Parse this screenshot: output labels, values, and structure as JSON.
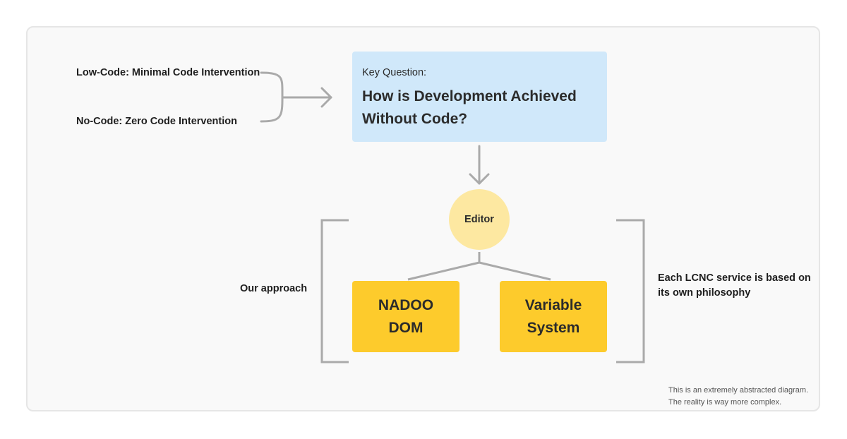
{
  "labels": {
    "low_code": "Low-Code: Minimal Code Intervention",
    "no_code": "No-Code: Zero Code Intervention",
    "our_approach": "Our approach",
    "philosophy": "Each LCNC service is based on its own philosophy"
  },
  "key_question": {
    "label": "Key Question:",
    "title": "How is Development Achieved Without Code?"
  },
  "editor": {
    "label": "Editor"
  },
  "boxes": {
    "nadoo_dom": "NADOO DOM",
    "variable_system": "Variable System"
  },
  "note": {
    "line1": "This is an extremely abstracted diagram.",
    "line2": "The reality is way more complex."
  },
  "colors": {
    "canvas_bg": "#f9f9f9",
    "question_bg": "#d0e8fa",
    "editor_bg": "#fde8a1",
    "box_bg": "#fdcb2c",
    "line": "#aaaaaa"
  }
}
